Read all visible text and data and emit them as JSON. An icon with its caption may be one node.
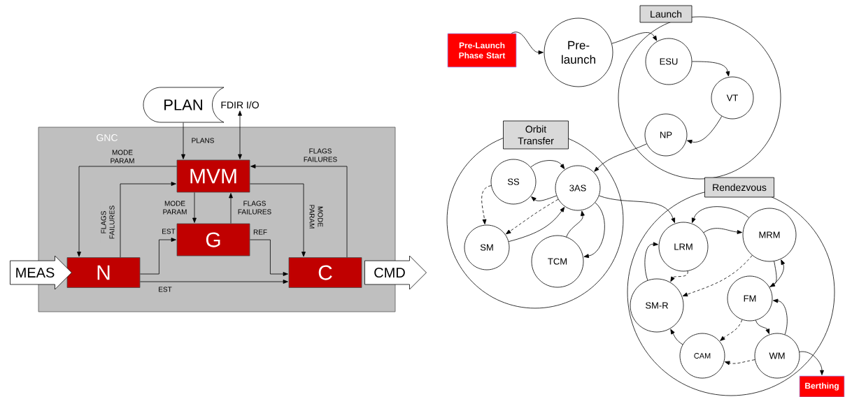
{
  "diagram": {
    "nodes": [
      {
        "text": [
          "GNC"
        ]
      },
      {
        "text": [
          "PLAN"
        ]
      },
      {
        "text": [
          "FDIR I/O"
        ]
      },
      {
        "text": [
          "MVM"
        ],
        "in": 0
      },
      {
        "text": [
          "G"
        ],
        "in": 0
      },
      {
        "text": [
          "N"
        ],
        "in": 0
      },
      {
        "text": [
          "C"
        ],
        "in": 0
      },
      {
        "text": [
          "MEAS"
        ]
      },
      {
        "text": [
          "CMD"
        ]
      },
      {
        "text": [
          "Pre-Launch Phase Start"
        ]
      },
      {
        "text": [
          "Pre-launch"
        ]
      },
      {
        "text": [
          "Launch"
        ]
      },
      {
        "text": [
          "ESU"
        ],
        "in": 11
      },
      {
        "text": [
          "VT"
        ],
        "in": 11
      },
      {
        "text": [
          "NP"
        ],
        "in": 11
      },
      {
        "text": [
          "Orbit Transfer"
        ]
      },
      {
        "text": [
          "SS"
        ],
        "in": 15
      },
      {
        "text": [
          "3AS"
        ],
        "in": 15
      },
      {
        "text": [
          "SM"
        ],
        "in": 15
      },
      {
        "text": [
          "TCM"
        ],
        "in": 15
      },
      {
        "text": [
          "Rendezvous"
        ]
      },
      {
        "text": [
          "LRM"
        ],
        "in": 20
      },
      {
        "text": [
          "MRM"
        ],
        "in": 20
      },
      {
        "text": [
          "FM"
        ],
        "in": 20
      },
      {
        "text": [
          "SM-R"
        ],
        "in": 20
      },
      {
        "text": [
          "CAM"
        ],
        "in": 20
      },
      {
        "text": [
          "WM"
        ],
        "in": 20
      },
      {
        "text": [
          "Berthing"
        ]
      }
    ],
    "edges": [
      {
        "from": 1,
        "to": 3,
        "arrow": "to",
        "label": "PLANS"
      },
      {
        "from": 3,
        "to": 2,
        "arrow": "both"
      },
      {
        "from": 3,
        "to": 5,
        "arrow": "to",
        "label": "MODE PARAM"
      },
      {
        "from": 5,
        "to": 3,
        "arrow": "to",
        "label": "FLAGS FAILURES"
      },
      {
        "from": 3,
        "to": 4,
        "arrow": "to",
        "label": "MODE PARAM"
      },
      {
        "from": 4,
        "to": 3,
        "arrow": "to",
        "label": "FLAGS FAILURES"
      },
      {
        "from": 5,
        "to": 4,
        "arrow": "to",
        "label": "EST"
      },
      {
        "from": 4,
        "to": 6,
        "arrow": "to",
        "label": "REF"
      },
      {
        "from": 5,
        "to": 6,
        "arrow": "to",
        "label": "EST"
      },
      {
        "from": 3,
        "to": 6,
        "arrow": "to",
        "label": "MODE PARAM"
      },
      {
        "from": 6,
        "to": 3,
        "arrow": "to",
        "label": "FLAGS FAILURES"
      },
      {
        "from": 9,
        "to": 10,
        "arrow": "to"
      },
      {
        "from": 10,
        "to": 12,
        "arrow": "to"
      },
      {
        "from": 12,
        "to": 13,
        "arrow": "to"
      },
      {
        "from": 13,
        "to": 14,
        "arrow": "to"
      },
      {
        "from": 14,
        "to": 17,
        "arrow": "to"
      },
      {
        "from": 16,
        "to": 17,
        "arrow": "to"
      },
      {
        "from": 17,
        "to": 16,
        "arrow": "to"
      },
      {
        "from": 16,
        "to": 18,
        "arrow": "to",
        "style": "dashed"
      },
      {
        "from": 17,
        "to": 18,
        "arrow": "to",
        "style": "dashed"
      },
      {
        "from": 18,
        "to": 17,
        "arrow": "to"
      },
      {
        "from": 19,
        "to": 17,
        "arrow": "to"
      },
      {
        "from": 17,
        "to": 19,
        "arrow": "to"
      },
      {
        "from": 17,
        "to": 21,
        "arrow": "to"
      },
      {
        "from": 22,
        "to": 21,
        "arrow": "to"
      },
      {
        "from": 21,
        "to": 22,
        "arrow": "to"
      },
      {
        "from": 21,
        "to": 24,
        "arrow": "to",
        "style": "dashed"
      },
      {
        "from": 22,
        "to": 24,
        "arrow": "to",
        "style": "dashed"
      },
      {
        "from": 24,
        "to": 21,
        "arrow": "to"
      },
      {
        "from": 22,
        "to": 23,
        "arrow": "to"
      },
      {
        "from": 23,
        "to": 22,
        "arrow": "to"
      },
      {
        "from": 23,
        "to": 25,
        "arrow": "to",
        "style": "dashed"
      },
      {
        "from": 23,
        "to": 26,
        "arrow": "to"
      },
      {
        "from": 26,
        "to": 23,
        "arrow": "to"
      },
      {
        "from": 26,
        "to": 25,
        "arrow": "to",
        "style": "dashed"
      },
      {
        "from": 25,
        "to": 24,
        "arrow": "to"
      },
      {
        "from": 26,
        "to": 27,
        "arrow": "to"
      }
    ]
  }
}
